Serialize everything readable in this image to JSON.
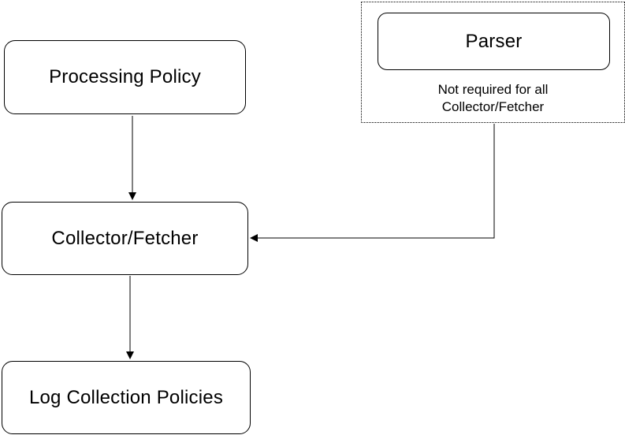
{
  "nodes": {
    "processing_policy": "Processing Policy",
    "collector_fetcher": "Collector/Fetcher",
    "log_collection_policies": "Log Collection Policies",
    "parser": "Parser"
  },
  "parser_note": {
    "line1": "Not required for all",
    "line2": "Collector/Fetcher"
  },
  "edges": [
    {
      "from": "Processing Policy",
      "to": "Collector/Fetcher"
    },
    {
      "from": "Parser",
      "to": "Collector/Fetcher"
    },
    {
      "from": "Collector/Fetcher",
      "to": "Log Collection Policies"
    }
  ]
}
